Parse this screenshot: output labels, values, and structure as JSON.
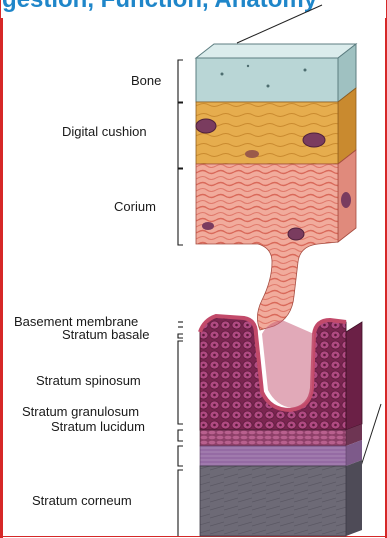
{
  "title": "gestion, Function, Anatomy",
  "labels": {
    "bone": "Bone",
    "digital_cushion": "Digital cushion",
    "corium": "Corium",
    "basement_membrane": "Basement membrane",
    "stratum_basale": "Stratum basale",
    "stratum_spinosum": "Stratum spinosum",
    "stratum_granulosum": "Stratum granulosum",
    "stratum_lucidum": "Stratum lucidum",
    "stratum_corneum": "Stratum corneum"
  },
  "colors": {
    "frame": "#d62828",
    "title": "#1f86c9",
    "bone": "#b9d6d6",
    "cushion": "#e2a748",
    "corium": "#f0a999",
    "spinosum": "#8a2f5e",
    "lucidum": "#9a6ea6",
    "corneum": "#6f6a78"
  }
}
